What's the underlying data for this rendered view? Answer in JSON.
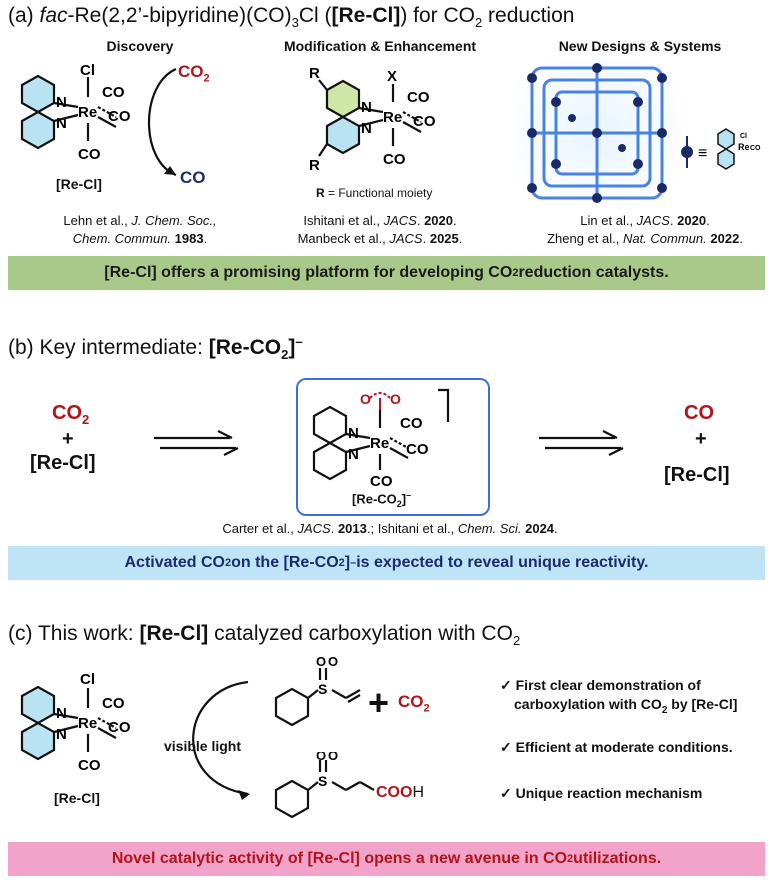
{
  "section_a": {
    "title_prefix": "(a) ",
    "title_italic": "fac",
    "title_main": "-Re(2,2’-bipyridine)(CO)",
    "title_sub3": "3",
    "title_cl": "Cl (",
    "title_bold": "[Re-Cl]",
    "title_end": ") for CO",
    "title_sub2": "2",
    "title_tail": " reduction",
    "heads": [
      "Discovery",
      "Modification & Enhancement",
      "New Designs & Systems"
    ],
    "discovery": {
      "co2": "CO",
      "co2_sub": "2",
      "co": "CO",
      "label": "[Re-Cl]"
    },
    "modification": {
      "r_def_bold": "R",
      "r_def_rest": " = Functional moiety"
    },
    "cites": {
      "discovery_1": "Lehn et al., ",
      "discovery_1_i": "J. Chem. Soc.,",
      "discovery_2_i": "Chem. Commun.",
      "discovery_2_b": " 1983",
      "discovery_2_end": ".",
      "mod_1": "Ishitani et al., ",
      "mod_1_i": "JACS",
      "mod_1_b": "2020",
      "mod_2": "Manbeck et al., ",
      "mod_2_i": "JACS",
      "mod_2_b": "2025",
      "new_1": "Lin et al., ",
      "new_1_i": "JACS",
      "new_1_b": "2020",
      "new_2": "Zheng et al., ",
      "new_2_i": "Nat. Commun.",
      "new_2_b": "2022"
    },
    "banner_pre": "[Re-Cl] offers a promising platform for developing CO",
    "banner_sub": "2",
    "banner_post": " reduction catalysts."
  },
  "section_b": {
    "title_pre": "(b) Key intermediate: ",
    "title_bold": "[Re-CO",
    "title_sub": "2",
    "title_end": "]",
    "title_sup": "–",
    "left_co2": "CO",
    "left_co2_sub": "2",
    "plus": "+",
    "left_recl": "[Re-Cl]",
    "box_label": "[Re-CO",
    "box_label_sub": "2",
    "box_label_end": "]",
    "box_label_sup": "–",
    "right_co": "CO",
    "right_recl": "[Re-Cl]",
    "cite_1": "Carter et al., ",
    "cite_1_i": "JACS",
    "cite_1_b": "2013",
    "cite_2": ".; Ishitani et al., ",
    "cite_2_i": "Chem. Sci.",
    "cite_2_b": "2024",
    "banner_pre": "Activated CO",
    "banner_sub": "2",
    "banner_mid": " on the [Re-CO",
    "banner_sub2": "2",
    "banner_mid2": "]",
    "banner_sup": "–",
    "banner_post": " is expected to reveal unique reactivity."
  },
  "section_c": {
    "title_pre": "(c) This work: ",
    "title_bold": "[Re-Cl]",
    "title_mid": " catalyzed carboxylation with CO",
    "title_sub": "2",
    "catalyst_label": "[Re-Cl]",
    "light": "visible light",
    "plus": "+",
    "co2": "CO",
    "co2_sub": "2",
    "cooh": "COO",
    "h": "H",
    "checks": [
      {
        "line1": "First clear demonstration of",
        "line2_pre": "carboxylation with CO",
        "line2_sub": "2",
        "line2_post": " by [Re-Cl]"
      },
      {
        "line1": "Efficient at moderate conditions."
      },
      {
        "line1": "Unique reaction mechanism"
      }
    ],
    "check_mark": "✓",
    "banner_pre": "Novel catalytic activity of [Re-Cl] opens a new avenue in CO",
    "banner_sub": "2",
    "banner_post": " utilizations."
  },
  "colors": {
    "banner_a": "#a9c98a",
    "banner_b": "#bfe4f6",
    "banner_c": "#f1a3c9",
    "red": "#b3141a",
    "navy": "#1c2b6e",
    "blue_box": "#3f6fd6",
    "bipy_green": "#cfe7a6",
    "bipy_blue": "#b9e3f3"
  },
  "chem_labels": {
    "re": "Re",
    "cl": "Cl",
    "co": "CO",
    "n": "N",
    "x": "X",
    "r": "R",
    "o": "O",
    "s": "S",
    "equiv": "≡"
  }
}
